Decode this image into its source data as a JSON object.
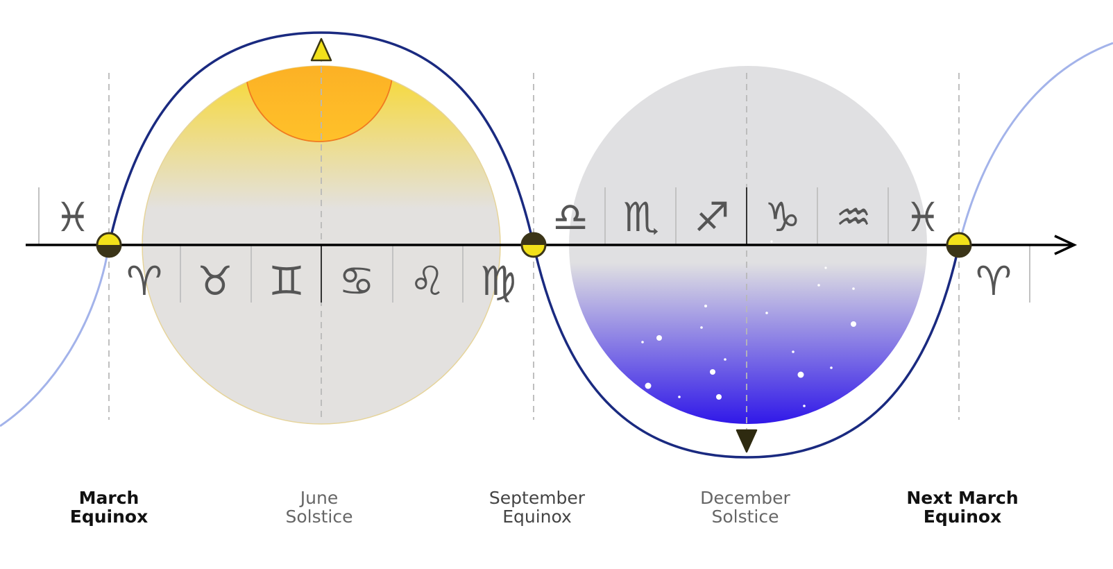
{
  "colors": {
    "ecliptic_curve": "#1a2a80",
    "ecliptic_curve_faded": "#a3b3ea",
    "axis": "#000000",
    "summer_gradient_top": "#f8d830",
    "summer_gradient_bottom": "#e3e1df",
    "winter_gradient_top": "#e0e0e2",
    "winter_gradient_bottom": "#3018e8",
    "sun": "#ffb21e",
    "equinox_marker_top": "#f2e11a",
    "equinox_marker_bottom": "#3b3518",
    "arrow_up": "#f2e11a",
    "arrow_down": "#2e2a10"
  },
  "zodiac_above_axis": [
    {
      "name": "pisces",
      "symbol": "♓"
    },
    {
      "name": "libra",
      "symbol": "♎"
    },
    {
      "name": "scorpio",
      "symbol": "♏"
    },
    {
      "name": "sagittarius",
      "symbol": "♐"
    },
    {
      "name": "capricorn",
      "symbol": "♑"
    },
    {
      "name": "aquarius",
      "symbol": "♒"
    },
    {
      "name": "pisces",
      "symbol": "♓"
    }
  ],
  "zodiac_below_axis": [
    {
      "name": "aries",
      "symbol": "♈"
    },
    {
      "name": "taurus",
      "symbol": "♉"
    },
    {
      "name": "gemini",
      "symbol": "♊"
    },
    {
      "name": "cancer",
      "symbol": "♋"
    },
    {
      "name": "leo",
      "symbol": "♌"
    },
    {
      "name": "virgo",
      "symbol": "♍"
    },
    {
      "name": "aries",
      "symbol": "♈"
    }
  ],
  "labels": {
    "march": [
      "March",
      "Equinox"
    ],
    "june": [
      "June",
      "Solstice"
    ],
    "september": [
      "September",
      "Equinox"
    ],
    "december": [
      "December",
      "Solstice"
    ],
    "next_march": [
      "Next March",
      "Equinox"
    ]
  }
}
